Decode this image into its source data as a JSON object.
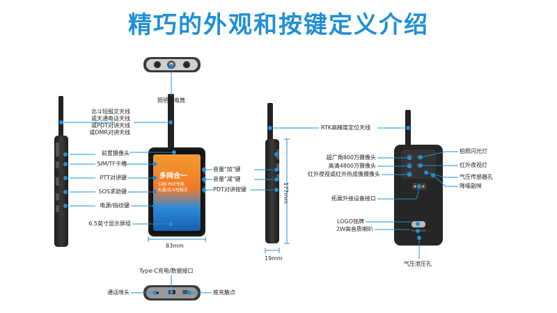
{
  "title": "精巧的外观和按键定义介绍",
  "top_labels": {
    "flashlight": "照明手电筒"
  },
  "left_labels": {
    "antenna_lines": [
      "北斗短报文天线",
      "或天通电话天线",
      "或PDT对讲天线",
      "或DMR对讲天线"
    ],
    "front_camera": "前置摄像头",
    "sim_slot": "SIM/TF卡槽",
    "ptt_key": "PTT对讲键",
    "sos_key": "SOS求助键",
    "power_key": "电源/指纹键",
    "screen": "6.5英寸显示屏组"
  },
  "front_right_labels": {
    "vol_up": "音量\"加\"键",
    "vol_down": "音量\"减\"键",
    "pdt_key": "PDT对讲按键"
  },
  "screen_text": {
    "line1": "多网合一",
    "line2": "公网  PDT专网",
    "line3": "天通/北斗短报文"
  },
  "dimensions": {
    "width": "83mm",
    "height": "177mm",
    "depth": "19mm"
  },
  "bottom_labels": {
    "usb": "Type-C充电/数据接口",
    "mic": "通话咪头",
    "dock": "座充触点"
  },
  "side_labels": {
    "rtk": "RTK高精度定位天线"
  },
  "back_left_labels": {
    "wide_camera": "超广角800万摄像头",
    "hd_camera": "高清4800万摄像头",
    "ir_camera": "红外夜视或红外热成像摄像头",
    "ext_port": "拓展外接设备接口",
    "logo": "LOGO铭牌",
    "speaker": "2W高音质喇叭"
  },
  "back_right_labels": {
    "flash": "拍照闪光灯",
    "ir_light": "红外夜视灯",
    "baro": "气压传感器孔",
    "noise": "降噪副咪",
    "vent": "气压泄压孔"
  },
  "colors": {
    "accent": "#1e90d8",
    "title": "#1f8fd6",
    "device": "#2b2b2b",
    "screen_top": "#f28a2a",
    "screen_bottom": "#1f7fd0"
  }
}
